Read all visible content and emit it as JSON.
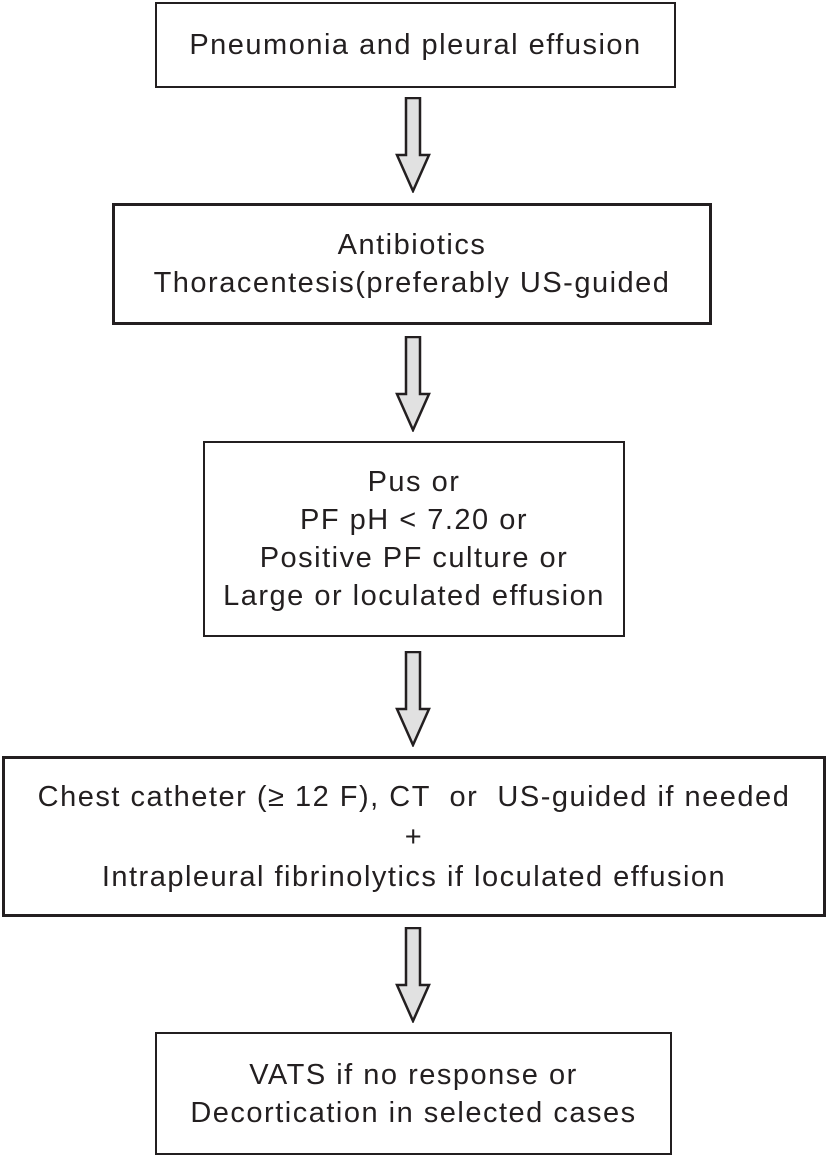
{
  "flowchart": {
    "type": "flowchart",
    "direction": "top-down",
    "nodes": [
      {
        "name": "pneumonia-pleural-effusion",
        "lines": [
          "Pneumonia and pleural effusion"
        ]
      },
      {
        "name": "antibiotics-thoracentesis",
        "lines": [
          "Antibiotics",
          "Thoracentesis(preferably US-guided"
        ]
      },
      {
        "name": "drainage-indications",
        "lines": [
          "Pus or",
          "PF pH < 7.20 or",
          "Positive PF culture or",
          "Large or loculated effusion"
        ]
      },
      {
        "name": "chest-catheter-fibrinolytics",
        "lines": [
          "Chest catheter (≥ 12 F), CT  or  US-guided if needed",
          "+",
          "Intrapleural fibrinolytics if loculated effusion"
        ]
      },
      {
        "name": "vats-decortication",
        "lines": [
          "VATS if no response or",
          "Decortication in selected cases"
        ]
      }
    ],
    "connectors": [
      {
        "from": 0,
        "to": 1,
        "style": "block-arrow-down"
      },
      {
        "from": 1,
        "to": 2,
        "style": "block-arrow-down"
      },
      {
        "from": 2,
        "to": 3,
        "style": "block-arrow-down"
      },
      {
        "from": 3,
        "to": 4,
        "style": "block-arrow-down"
      }
    ],
    "colors": {
      "background": "#ffffff",
      "box_border": "#231f20",
      "text": "#231f20",
      "arrow_fill": "#e1e1e1",
      "arrow_outline": "#231f20"
    }
  }
}
